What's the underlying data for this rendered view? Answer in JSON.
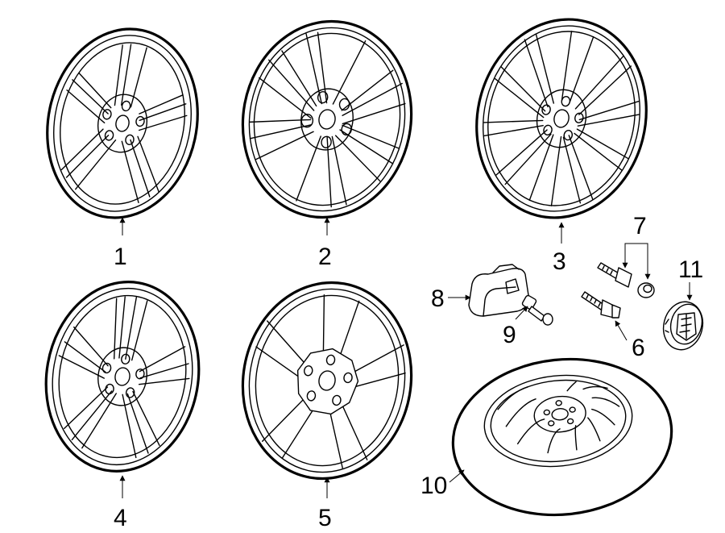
{
  "callouts": {
    "wheel_1": "1",
    "wheel_2": "2",
    "wheel_3": "3",
    "wheel_4": "4",
    "wheel_5": "5",
    "lug_bolt": "6",
    "lock_bolt_set": "7",
    "tpms_sensor": "8",
    "valve_stem": "9",
    "spare_tire": "10",
    "center_cap": "11"
  },
  "colors": {
    "line": "#000000",
    "background": "#ffffff"
  }
}
